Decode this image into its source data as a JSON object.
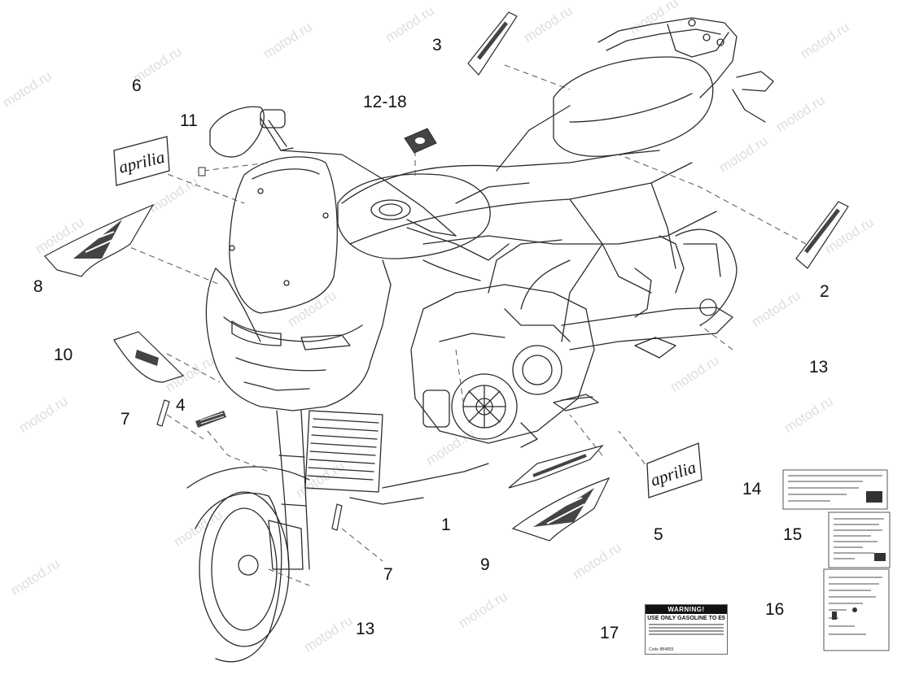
{
  "watermark": "motod.ru",
  "callouts": {
    "c1": "1",
    "c2": "2",
    "c3": "3",
    "c4": "4",
    "c5": "5",
    "c6": "6",
    "c7a": "7",
    "c7b": "7",
    "c8": "8",
    "c9": "9",
    "c10": "10",
    "c11": "11",
    "c12_18": "12-18",
    "c13a": "13",
    "c13b": "13",
    "c14": "14",
    "c15": "15",
    "c16": "16",
    "c17": "17"
  },
  "decals": {
    "brand_logo_text": "aprilia",
    "warning_header": "WARNING!",
    "warning_line1": "USE ONLY GASOLINE TO E5",
    "warning_code": "Code 8B4859"
  },
  "colors": {
    "line": "#2b2b2b",
    "dash": "#555555",
    "decal_fill": "#444444"
  }
}
